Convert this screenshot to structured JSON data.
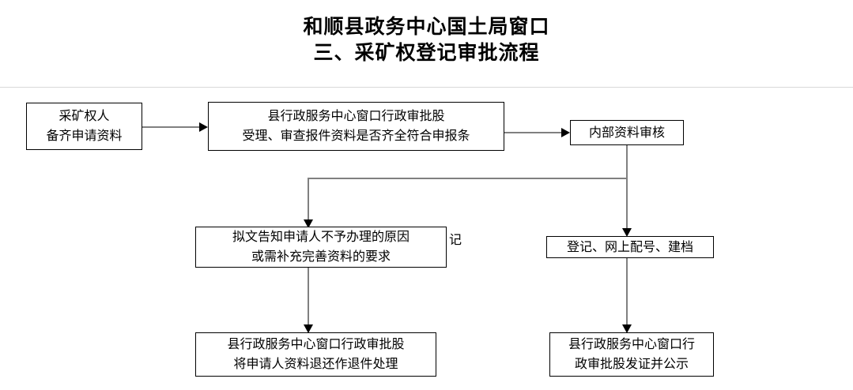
{
  "title": {
    "line1": "和顺县政务中心国土局窗口",
    "line2": "三、采矿权登记审批流程"
  },
  "flowchart": {
    "type": "flowchart",
    "nodes": [
      {
        "id": "applicant",
        "lines": [
          "采矿权人",
          "备齐申请资料"
        ]
      },
      {
        "id": "accept-review",
        "lines": [
          "县行政服务中心窗口行政审批股",
          "受理、审查报件资料是否齐全符合申报条"
        ]
      },
      {
        "id": "internal-review",
        "lines": [
          "内部资料审核"
        ]
      },
      {
        "id": "notify-reason",
        "lines": [
          "拟文告知申请人不予办理的原因",
          "或需补充完善资料的要求"
        ]
      },
      {
        "id": "register-archive",
        "lines": [
          "登记、网上配号、建档"
        ]
      },
      {
        "id": "return-materials",
        "lines": [
          "县行政服务中心窗口行政审批股",
          "将申请人资料退还作退件处理"
        ]
      },
      {
        "id": "issue-publicize",
        "lines": [
          "县行政服务中心窗口行",
          "政审批股发证并公示"
        ]
      }
    ],
    "ghost_fragment": "记"
  }
}
